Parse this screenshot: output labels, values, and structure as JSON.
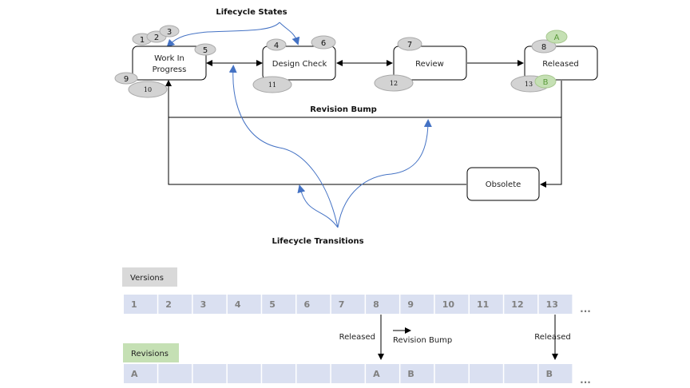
{
  "diagram": {
    "callouts": {
      "lifecycle_states": "Lifecycle States",
      "lifecycle_transitions": "Lifecycle Transitions",
      "revision_bump": "Revision Bump"
    },
    "states": [
      {
        "id": "wip",
        "label_line1": "Work In",
        "label_line2": "Progress"
      },
      {
        "id": "design_check",
        "label": "Design Check"
      },
      {
        "id": "review",
        "label": "Review"
      },
      {
        "id": "released",
        "label": "Released"
      },
      {
        "id": "obsolete",
        "label": "Obsolete"
      }
    ],
    "version_badges": {
      "wip": [
        "1",
        "2",
        "3",
        "5",
        "9",
        "10"
      ],
      "design_check": [
        "4",
        "6",
        "11"
      ],
      "review": [
        "7",
        "12"
      ],
      "released": [
        "8",
        "13"
      ]
    },
    "revision_badges": {
      "released": [
        "A",
        "B"
      ]
    },
    "colors": {
      "badge_gray": "#d3d3d3",
      "badge_green": "#c5e0b4",
      "transition_blue": "#4472c4",
      "line": "#000000"
    }
  },
  "timeline": {
    "versions_label": "Versions",
    "revisions_label": "Revisions",
    "versions": [
      "1",
      "2",
      "3",
      "4",
      "5",
      "6",
      "7",
      "8",
      "9",
      "10",
      "11",
      "12",
      "13"
    ],
    "revisions": [
      "A",
      "",
      "",
      "",
      "",
      "",
      "",
      "A",
      "B",
      "",
      "",
      "",
      "B"
    ],
    "ellipsis": "...",
    "annotations": {
      "released_1": "Released",
      "revision_bump": "Revision Bump",
      "released_2": "Released"
    },
    "colors": {
      "cell": "#dae0f1",
      "versions_tag": "#d9d9d9",
      "revisions_tag": "#c5e0b4"
    }
  }
}
